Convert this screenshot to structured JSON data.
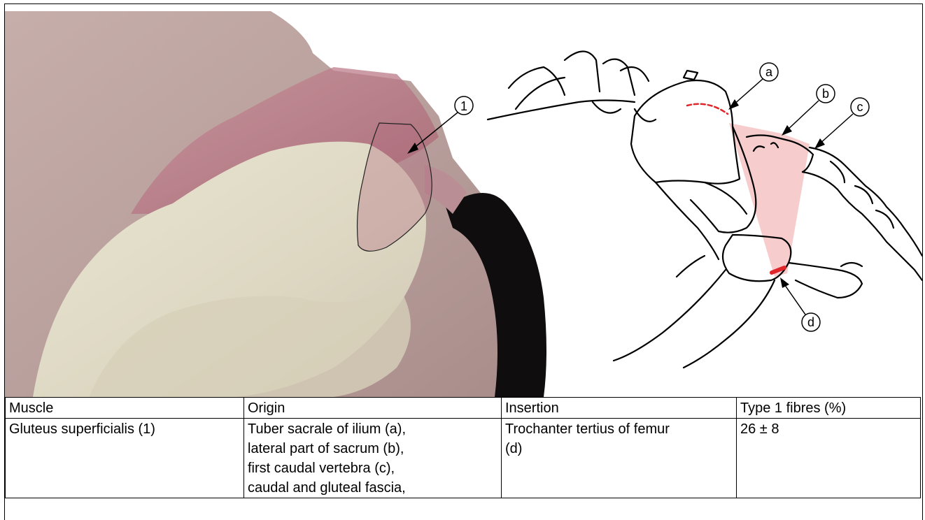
{
  "figure": {
    "photo_label": "1",
    "drawing_labels": [
      "a",
      "b",
      "c",
      "d"
    ],
    "colors": {
      "highlight_fill": "#f4b6b6",
      "attachment_red": "#e0262a",
      "skin_dark": "#0f0d0d"
    }
  },
  "table": {
    "headers": [
      "Muscle",
      "Origin",
      "Insertion",
      "Type 1 fibres (%)"
    ],
    "row": {
      "muscle": "Gluteus superficialis (1)",
      "origin_lines": [
        "Tuber sacrale of ilium (a),",
        "lateral part of sacrum (b),",
        "first caudal vertebra (c),",
        "caudal and gluteal fascia,"
      ],
      "insertion_lines": [
        "Trochanter tertius of femur",
        "(d)"
      ],
      "type1": "26 ± 8"
    }
  }
}
